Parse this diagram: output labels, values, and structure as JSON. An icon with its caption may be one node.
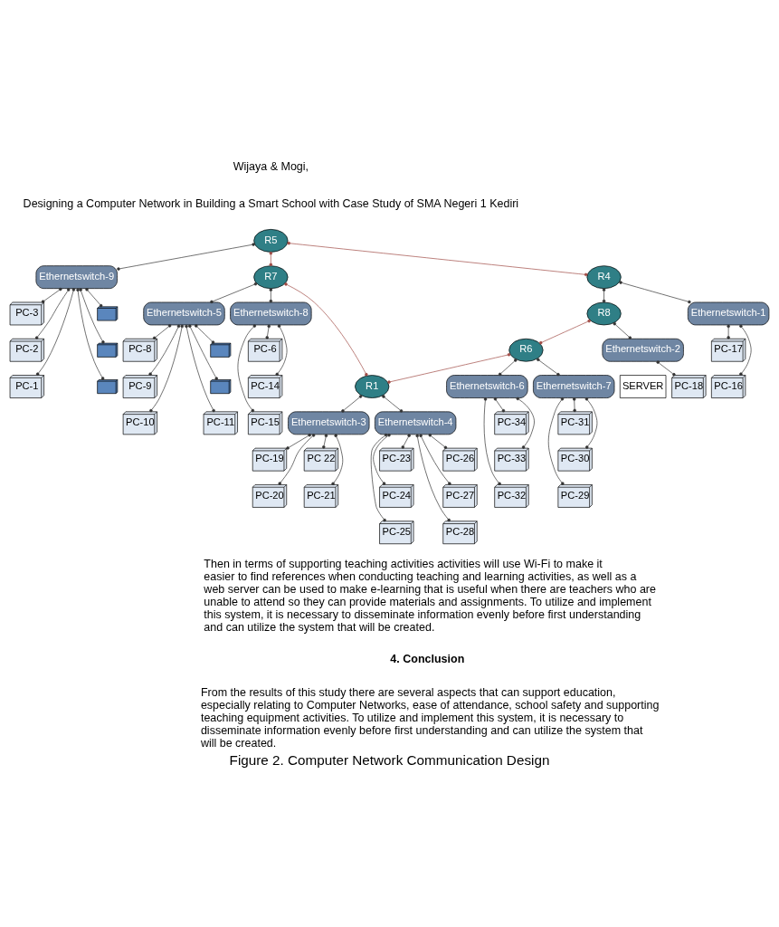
{
  "diagram": {
    "caption": "Figure 2. Computer Network Communication Design",
    "nodes": [
      {
        "text": [
          "PC-3"
        ]
      },
      {
        "text": [
          "PC-2"
        ]
      },
      {
        "text": [
          "PC-1"
        ]
      },
      {
        "text": [
          "Ethernetswitch-9"
        ]
      },
      {
        "text": [
          "R5"
        ]
      },
      {
        "text": [],
        "shape": "computer"
      },
      {
        "text": [],
        "shape": "computer"
      },
      {
        "text": [],
        "shape": "computer"
      },
      {
        "text": [
          "PC-8"
        ]
      },
      {
        "text": [
          "PC-9"
        ]
      },
      {
        "text": [
          "PC-10"
        ]
      },
      {
        "text": [
          "Ethernetswitch-5"
        ]
      },
      {
        "text": [
          "R7"
        ]
      },
      {
        "text": [
          "PC-6"
        ]
      },
      {
        "text": [
          "Ethernetswitch-8"
        ]
      },
      {
        "text": [],
        "shape": "computer"
      },
      {
        "text": [],
        "shape": "computer"
      },
      {
        "text": [
          "PC-11"
        ]
      },
      {
        "text": [
          "PC-14"
        ]
      },
      {
        "text": [
          "PC-15"
        ]
      },
      {
        "text": [
          "PC-17"
        ]
      },
      {
        "text": [
          "PC-16"
        ]
      },
      {
        "text": [
          "Ethernetswitch-1"
        ]
      },
      {
        "text": [
          "Ethernetswitch-2"
        ]
      },
      {
        "text": [
          "R4"
        ]
      },
      {
        "text": [
          "R8"
        ]
      },
      {
        "text": [
          "SERVER"
        ]
      },
      {
        "text": [
          "PC-18"
        ]
      },
      {
        "text": [
          "PC-34"
        ]
      },
      {
        "text": [
          "Ethernetswitch-6"
        ]
      },
      {
        "text": [
          "PC-33"
        ]
      },
      {
        "text": [
          "PC-19"
        ]
      },
      {
        "text": [
          "PC-32"
        ]
      },
      {
        "text": [
          "R6"
        ]
      },
      {
        "text": [
          "PC-20"
        ]
      },
      {
        "text": [
          "PC-31"
        ]
      },
      {
        "text": [
          "Ethernetswitch-7"
        ]
      },
      {
        "text": [
          "PC 22"
        ]
      },
      {
        "text": [
          "Ethernetswitch-3"
        ]
      },
      {
        "text": [
          "R1"
        ]
      },
      {
        "text": [
          "PC-30"
        ]
      },
      {
        "text": [
          "PC-21"
        ]
      },
      {
        "text": [
          "PC-29"
        ]
      },
      {
        "text": [
          "Ethernetswitch-4"
        ]
      },
      {
        "text": [
          "PC-23"
        ]
      },
      {
        "text": [
          "PC-24"
        ]
      },
      {
        "text": [
          "PC-25"
        ]
      },
      {
        "text": [
          "PC-26"
        ]
      },
      {
        "text": [
          "PC-27"
        ]
      },
      {
        "text": [
          "PC-28"
        ]
      }
    ],
    "edges": [
      {
        "from": 3,
        "to": 0,
        "arrow": "other"
      },
      {
        "from": 3,
        "to": 1,
        "arrow": "other"
      },
      {
        "from": 3,
        "to": 2,
        "arrow": "other"
      },
      {
        "from": 3,
        "to": 5,
        "arrow": "other"
      },
      {
        "from": 3,
        "to": 6,
        "arrow": "other"
      },
      {
        "from": 3,
        "to": 7,
        "arrow": "other"
      },
      {
        "from": 4,
        "to": 3,
        "arrow": "other"
      },
      {
        "from": 4,
        "to": 12,
        "arrow": "other",
        "color": "#a04a44"
      },
      {
        "from": 4,
        "to": 24,
        "arrow": "other",
        "color": "#a04a44"
      },
      {
        "from": 11,
        "to": 8,
        "arrow": "other"
      },
      {
        "from": 11,
        "to": 9,
        "arrow": "other"
      },
      {
        "from": 11,
        "to": 10,
        "arrow": "other"
      },
      {
        "from": 11,
        "to": 15,
        "arrow": "other"
      },
      {
        "from": 11,
        "to": 16,
        "arrow": "other"
      },
      {
        "from": 11,
        "to": 17,
        "arrow": "other"
      },
      {
        "from": 12,
        "to": 11,
        "arrow": "other"
      },
      {
        "from": 12,
        "to": 14,
        "arrow": "other"
      },
      {
        "from": 14,
        "to": 13,
        "arrow": "other"
      },
      {
        "from": 14,
        "to": 18,
        "arrow": "other"
      },
      {
        "from": 14,
        "to": 19,
        "arrow": "other"
      },
      {
        "from": 12,
        "to": 39,
        "arrow": "other",
        "color": "#a04a44"
      },
      {
        "from": 24,
        "to": 22,
        "arrow": "other"
      },
      {
        "from": 22,
        "to": 20,
        "arrow": "other"
      },
      {
        "from": 22,
        "to": 21,
        "arrow": "other"
      },
      {
        "from": 24,
        "to": 25,
        "arrow": "other"
      },
      {
        "from": 25,
        "to": 23,
        "arrow": "other"
      },
      {
        "from": 23,
        "to": 27,
        "arrow": "other"
      },
      {
        "from": 25,
        "to": 33,
        "arrow": "other",
        "color": "#a04a44"
      },
      {
        "from": 33,
        "to": 39,
        "arrow": "other",
        "color": "#a04a44"
      },
      {
        "from": 33,
        "to": 29,
        "arrow": "other"
      },
      {
        "from": 29,
        "to": 28,
        "arrow": "other"
      },
      {
        "from": 29,
        "to": 30,
        "arrow": "other"
      },
      {
        "from": 29,
        "to": 32,
        "arrow": "other"
      },
      {
        "from": 33,
        "to": 36,
        "arrow": "other"
      },
      {
        "from": 36,
        "to": 35,
        "arrow": "other"
      },
      {
        "from": 36,
        "to": 40,
        "arrow": "other"
      },
      {
        "from": 36,
        "to": 42,
        "arrow": "other"
      },
      {
        "from": 39,
        "to": 38,
        "arrow": "other"
      },
      {
        "from": 38,
        "to": 31,
        "arrow": "other"
      },
      {
        "from": 38,
        "to": 34,
        "arrow": "other"
      },
      {
        "from": 38,
        "to": 37,
        "arrow": "other"
      },
      {
        "from": 38,
        "to": 41,
        "arrow": "other"
      },
      {
        "from": 39,
        "to": 43,
        "arrow": "other"
      },
      {
        "from": 43,
        "to": 44,
        "arrow": "other"
      },
      {
        "from": 43,
        "to": 45,
        "arrow": "other"
      },
      {
        "from": 43,
        "to": 46,
        "arrow": "other"
      },
      {
        "from": 43,
        "to": 47,
        "arrow": "other"
      },
      {
        "from": 43,
        "to": 48,
        "arrow": "other"
      },
      {
        "from": 43,
        "to": 49,
        "arrow": "other"
      }
    ],
    "labels": [
      "Wijaya & Mogi,",
      "Designing a Computer Network in Building a Smart School with Case Study of SMA Negeri 1 Kediri",
      "Then in terms of supporting teaching activities activities will use Wi-Fi to make it easier to find references when conducting teaching and learning activities, as well as a web server can be used to make e-learning that is useful when there are teachers who are unable to attend so they can provide materials and assignments. To utilize and implement this system, it is necessary to disseminate information evenly before first understanding and can utilize the system that will be created.",
      "4. Conclusion",
      "From the results of this study there are several aspects that can support education, especially relating to Computer Networks, ease of attendance, school safety and supporting teaching equipment activities. To utilize and implement this system, it is necessary to disseminate information evenly before first understanding and can utilize the system that will be created."
    ]
  }
}
